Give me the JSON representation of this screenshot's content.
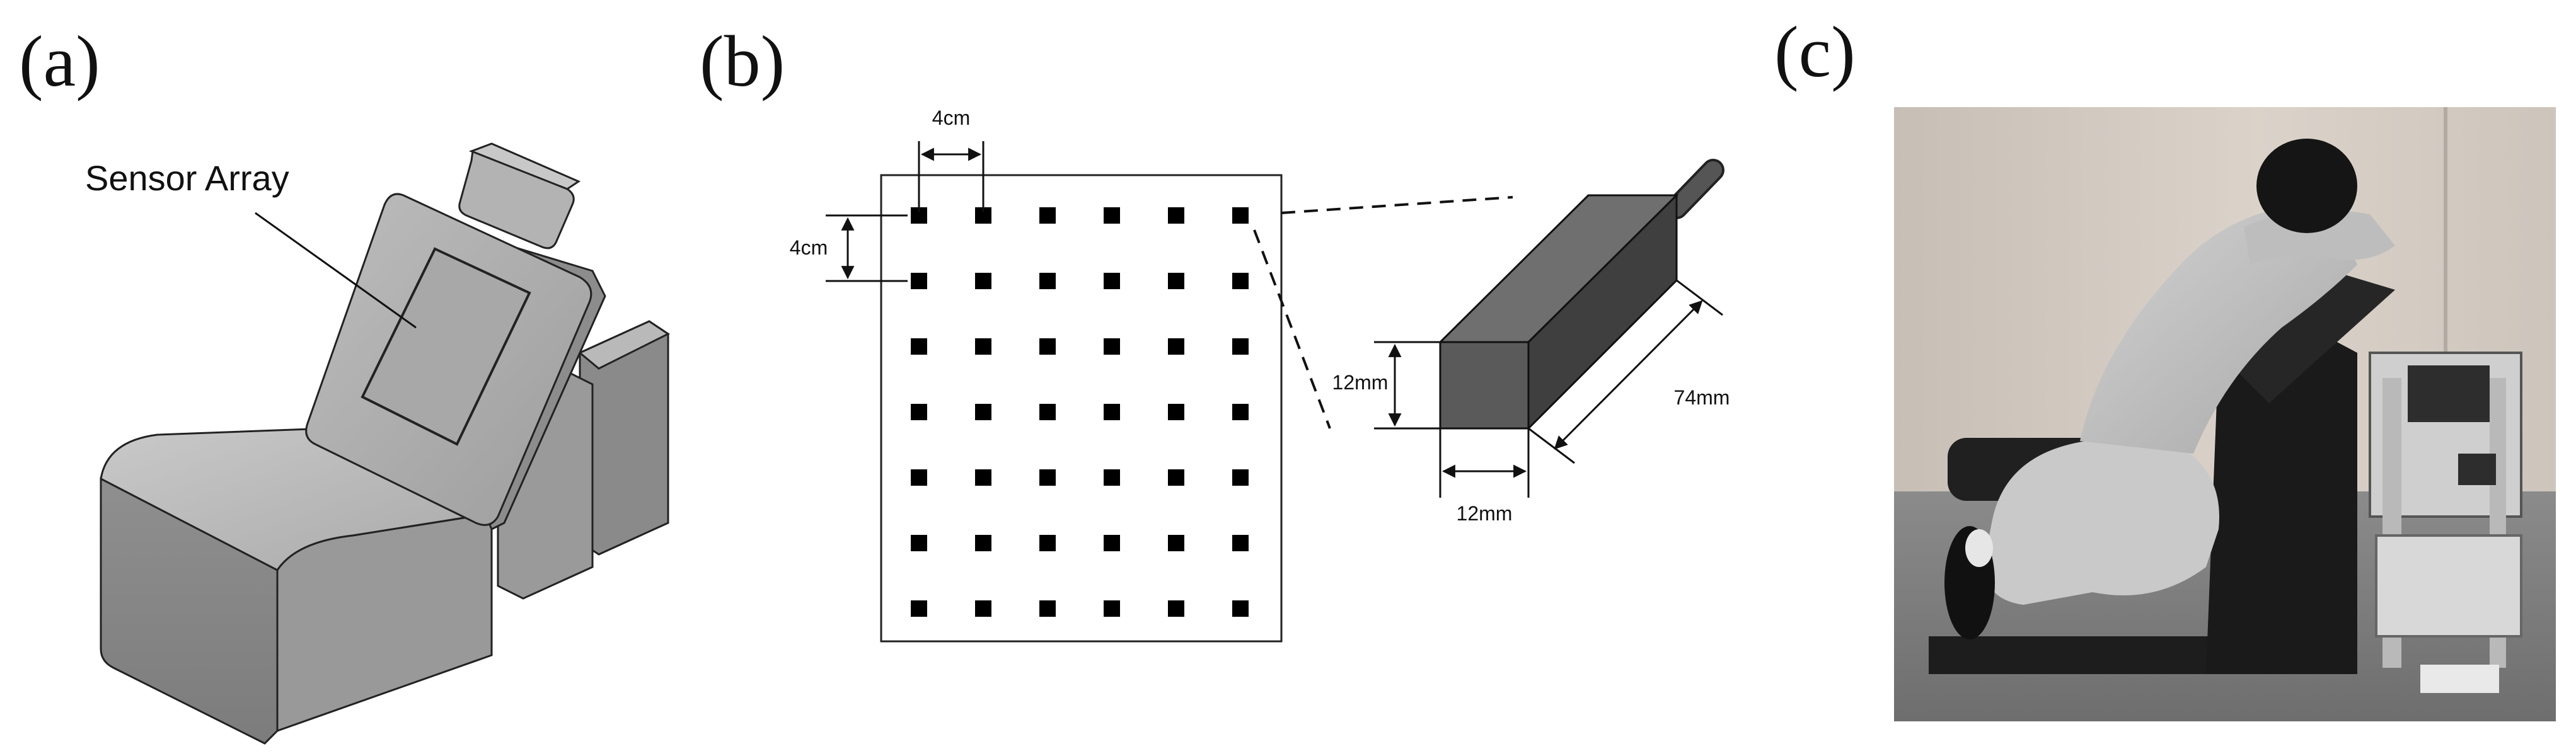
{
  "panels": {
    "a": {
      "label": "(a)",
      "sensor_label": "Sensor Array"
    },
    "b": {
      "label": "(b)",
      "grid": {
        "columns": 6,
        "rows": 7
      },
      "dims": {
        "spacing_horizontal": "4cm",
        "spacing_vertical": "4cm",
        "sensor_height": "12mm",
        "sensor_width": "12mm",
        "sensor_length": "74mm"
      }
    },
    "c": {
      "label": "(c)"
    }
  }
}
